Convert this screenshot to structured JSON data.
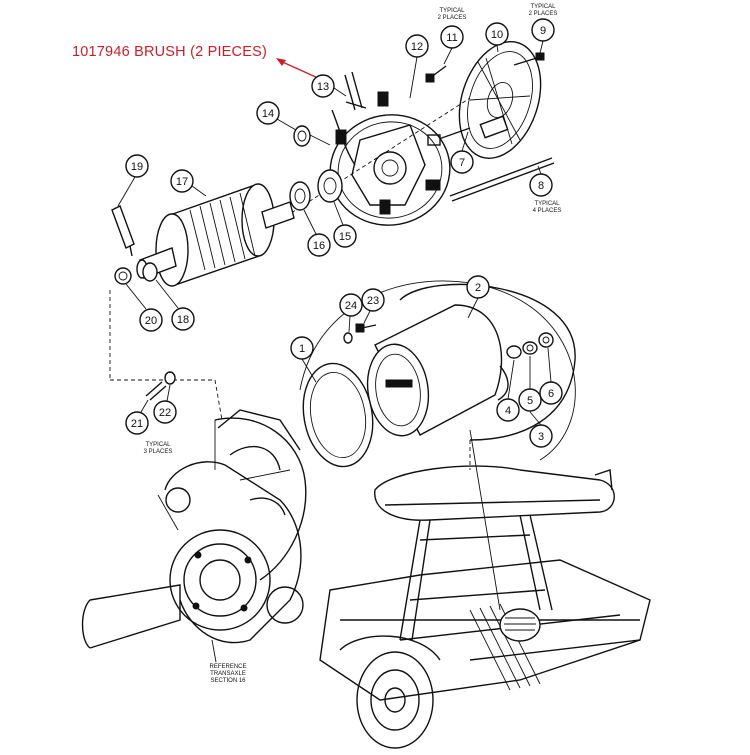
{
  "callout": {
    "text": "1017946 BRUSH (2 PIECES)",
    "color": "#c8202a"
  },
  "notes": {
    "typical_2_a": [
      "TYPICAL",
      "2 PLACES"
    ],
    "typical_2_b": [
      "TYPICAL",
      "2 PLACES"
    ],
    "typical_4": [
      "TYPICAL",
      "4 PLACES"
    ],
    "typical_3": [
      "TYPICAL",
      "3 PLACES"
    ],
    "reference": [
      "REFERENCE",
      "TRANSAXLE",
      "SECTION 16"
    ]
  },
  "part_numbers": [
    "1",
    "2",
    "3",
    "4",
    "5",
    "6",
    "7",
    "8",
    "9",
    "10",
    "11",
    "12",
    "13",
    "14",
    "15",
    "16",
    "17",
    "18",
    "19",
    "20",
    "21",
    "22",
    "23",
    "24"
  ]
}
